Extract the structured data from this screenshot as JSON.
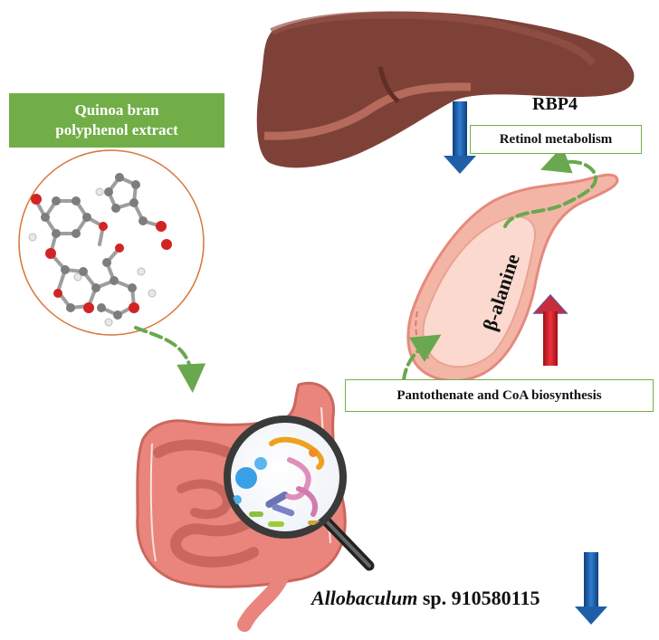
{
  "compound_label": {
    "line1": "Quinoa bran",
    "line2": "polyphenol extract"
  },
  "liver_marker": "RBP4",
  "pathway_retinol": "Retinol metabolism",
  "metabolite": "β-alanine",
  "pathway_pantothenate": "Pantothenate and CoA biosynthesis",
  "bacterium": {
    "genus": "Allobaculum",
    "rest": " sp. 910580115"
  },
  "colors": {
    "box_green": "#71ae48",
    "arrow_green": "#6aa84f",
    "down_arrow_blue": "#1f5fa8",
    "up_arrow_red": "#d2222d",
    "liver": "#7e4138",
    "intestine": "#e9857c",
    "circle_outline": "#d9773a"
  }
}
